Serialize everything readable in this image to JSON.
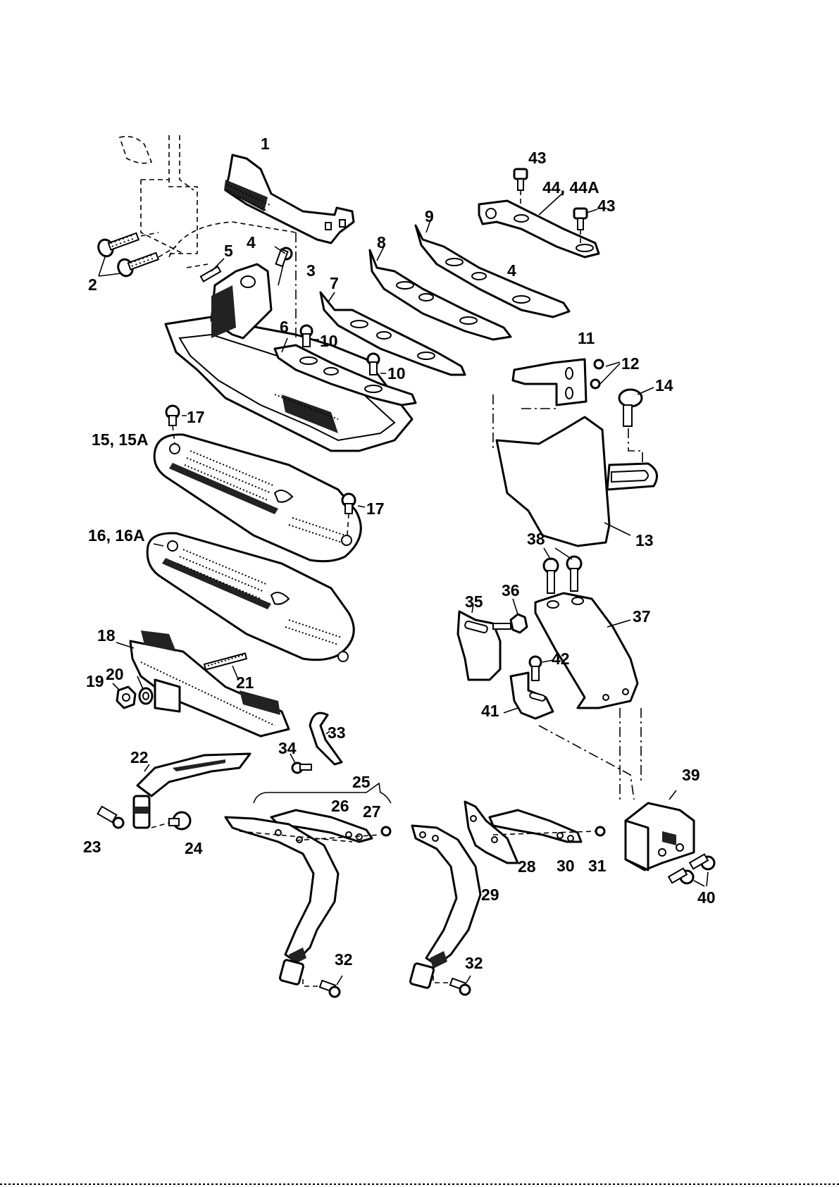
{
  "callouts": [
    {
      "id": "c1",
      "text": "1"
    },
    {
      "id": "c2",
      "text": "2"
    },
    {
      "id": "c3",
      "text": "3"
    },
    {
      "id": "c4a",
      "text": "4"
    },
    {
      "id": "c4b",
      "text": "4"
    },
    {
      "id": "c5",
      "text": "5"
    },
    {
      "id": "c6",
      "text": "6"
    },
    {
      "id": "c7",
      "text": "7"
    },
    {
      "id": "c8",
      "text": "8"
    },
    {
      "id": "c9",
      "text": "9"
    },
    {
      "id": "c10a",
      "text": "10"
    },
    {
      "id": "c10b",
      "text": "10"
    },
    {
      "id": "c11",
      "text": "11"
    },
    {
      "id": "c12",
      "text": "12"
    },
    {
      "id": "c13",
      "text": "13"
    },
    {
      "id": "c14",
      "text": "14"
    },
    {
      "id": "c15",
      "text": "15, 15A"
    },
    {
      "id": "c16",
      "text": "16, 16A"
    },
    {
      "id": "c17a",
      "text": "17"
    },
    {
      "id": "c17b",
      "text": "17"
    },
    {
      "id": "c18",
      "text": "18"
    },
    {
      "id": "c19",
      "text": "19"
    },
    {
      "id": "c20",
      "text": "20"
    },
    {
      "id": "c21",
      "text": "21"
    },
    {
      "id": "c22",
      "text": "22"
    },
    {
      "id": "c23",
      "text": "23"
    },
    {
      "id": "c24",
      "text": "24"
    },
    {
      "id": "c25",
      "text": "25"
    },
    {
      "id": "c26",
      "text": "26"
    },
    {
      "id": "c27",
      "text": "27"
    },
    {
      "id": "c28",
      "text": "28"
    },
    {
      "id": "c29",
      "text": "29"
    },
    {
      "id": "c30",
      "text": "30"
    },
    {
      "id": "c31",
      "text": "31"
    },
    {
      "id": "c32a",
      "text": "32"
    },
    {
      "id": "c32b",
      "text": "32"
    },
    {
      "id": "c33",
      "text": "33"
    },
    {
      "id": "c34",
      "text": "34"
    },
    {
      "id": "c35",
      "text": "35"
    },
    {
      "id": "c36",
      "text": "36"
    },
    {
      "id": "c37",
      "text": "37"
    },
    {
      "id": "c38",
      "text": "38"
    },
    {
      "id": "c39",
      "text": "39"
    },
    {
      "id": "c40",
      "text": "40"
    },
    {
      "id": "c41",
      "text": "41"
    },
    {
      "id": "c42",
      "text": "42"
    },
    {
      "id": "c43a",
      "text": "43"
    },
    {
      "id": "c43b",
      "text": "43"
    },
    {
      "id": "c44",
      "text": "44, 44A"
    }
  ]
}
